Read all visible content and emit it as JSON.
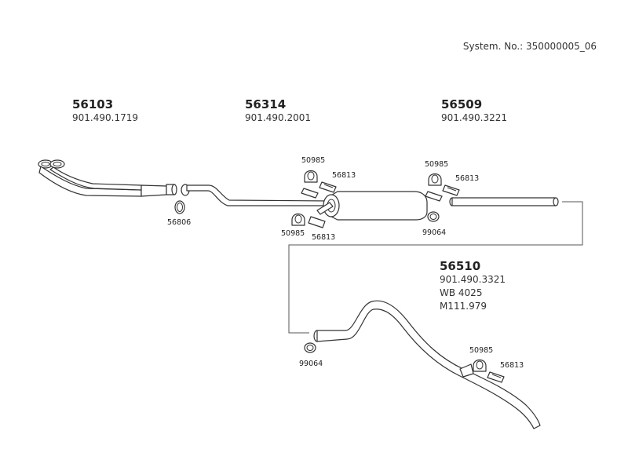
{
  "system_number": "System. No.: 350000005_06",
  "parts": [
    {
      "number": "56103",
      "ref": "901.490.1719"
    },
    {
      "number": "56314",
      "ref": "901.490.2001"
    },
    {
      "number": "56509",
      "ref": "901.490.3221"
    },
    {
      "number": "56510",
      "ref": "901.490.3321",
      "extra": [
        "WB 4025",
        "M111.979"
      ]
    }
  ],
  "small_parts": {
    "clamp_56806": "56806",
    "hanger_a_top": "50985",
    "strap_a_top": "56813",
    "hanger_a_bottom": "50985",
    "strap_a_bottom": "56813",
    "hanger_b_top": "50985",
    "strap_b_top": "56813",
    "clamp_b": "99064",
    "clamp_c": "99064",
    "hanger_c": "50985",
    "strap_c": "56813"
  }
}
